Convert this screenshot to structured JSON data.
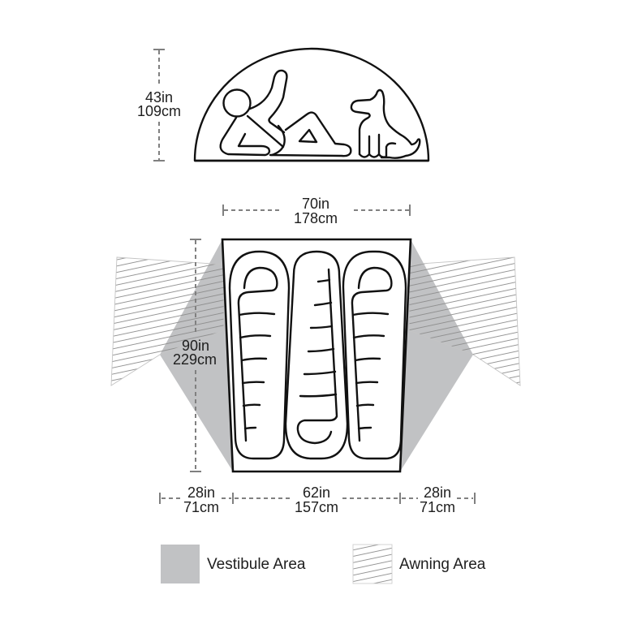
{
  "side_view": {
    "height": {
      "imperial": "43in",
      "metric": "109cm"
    },
    "figures": [
      "person-reclining",
      "dog-sitting"
    ]
  },
  "floor_plan": {
    "head_width": {
      "imperial": "70in",
      "metric": "178cm"
    },
    "length": {
      "imperial": "90in",
      "metric": "229cm"
    },
    "foot_width": {
      "imperial": "62in",
      "metric": "157cm"
    },
    "vestibule_left_depth": {
      "imperial": "28in",
      "metric": "71cm"
    },
    "vestibule_right_depth": {
      "imperial": "28in",
      "metric": "71cm"
    },
    "sleeping_bags": 3
  },
  "legend": [
    {
      "label": "Vestibule Area",
      "swatch": "solid-gray"
    },
    {
      "label": "Awning Area",
      "swatch": "diagonal-hatch"
    }
  ],
  "colors": {
    "vestibule": "#c1c2c4",
    "outline": "#111111",
    "dimension_line": "#808080",
    "hatch": "#8c8c8c",
    "text": "#1e1e1e"
  }
}
